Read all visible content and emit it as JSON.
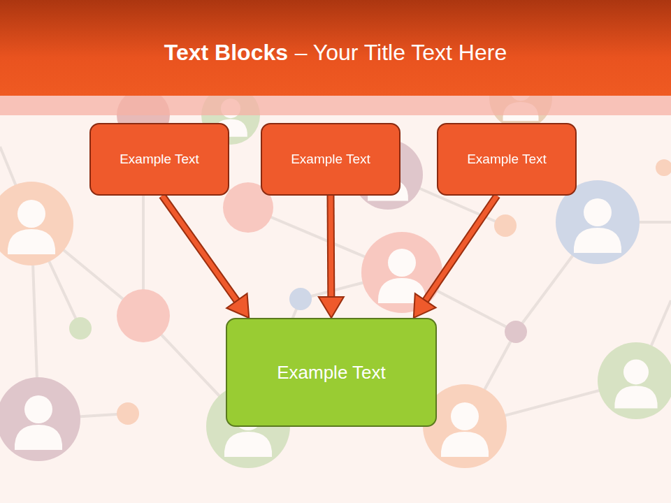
{
  "diagram": {
    "title": "Text Blocks",
    "nodes": [
      {
        "text": [
          "Example Text"
        ]
      },
      {
        "text": [
          "Example Text"
        ]
      },
      {
        "text": [
          "Example Text"
        ]
      },
      {
        "text": [
          "Example Text"
        ]
      }
    ],
    "edges": [
      {
        "from": 0,
        "to": 3,
        "arrow": "to"
      },
      {
        "from": 1,
        "to": 3,
        "arrow": "to"
      },
      {
        "from": 2,
        "to": 3,
        "arrow": "to"
      }
    ],
    "labels": [
      "– Your Title Text Here"
    ]
  }
}
